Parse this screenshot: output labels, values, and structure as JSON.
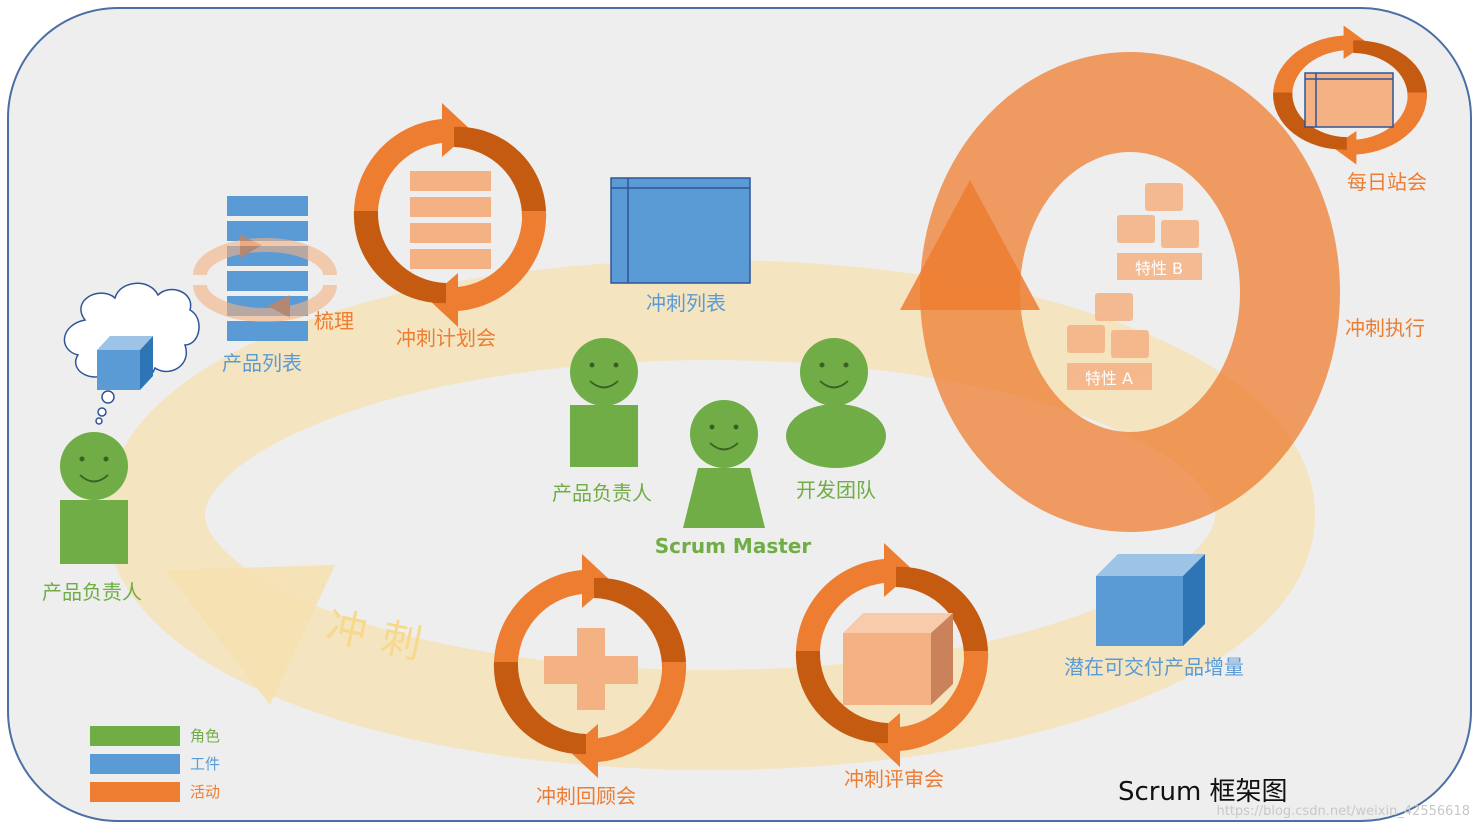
{
  "title": "Scrum 框架图",
  "watermark": "https://blog.csdn.net/weixin_42556618",
  "sprint_label": "冲刺",
  "roles": {
    "product_owner_left": "产品负责人",
    "product_owner_center": "产品负责人",
    "scrum_master": "Scrum Master",
    "dev_team": "开发团队"
  },
  "artifacts": {
    "product_backlog": "产品列表",
    "sprint_backlog": "冲刺列表",
    "increment": "潜在可交付产品增量",
    "feature_a": "特性 A",
    "feature_b": "特性 B"
  },
  "activities": {
    "refinement": "梳理",
    "sprint_planning": "冲刺计划会",
    "sprint_execution": "冲刺执行",
    "daily_standup": "每日站会",
    "sprint_review": "冲刺评审会",
    "sprint_retrospective": "冲刺回顾会"
  },
  "legend": [
    {
      "label": "角色",
      "color": "#70ad47"
    },
    {
      "label": "工件",
      "color": "#5b9bd5"
    },
    {
      "label": "活动",
      "color": "#ed7d31"
    }
  ],
  "colors": {
    "role": "#70ad47",
    "artifact": "#5b9bd5",
    "activity": "#ed7d31",
    "activity_dark": "#c55a11",
    "peach": "#f4b183",
    "sprint_band": "#fbe5b0",
    "background": "#eeeeee",
    "border": "#4a6fa5"
  }
}
